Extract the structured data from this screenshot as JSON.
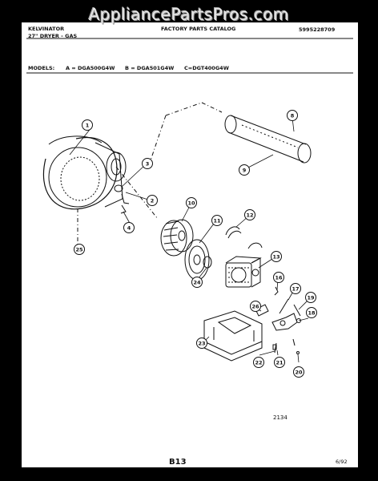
{
  "watermark": "AppliancePartsPros.com",
  "header": {
    "brand": "KELVINATOR",
    "subtitle": "27\" DRYER - GAS",
    "catalog_title": "FACTORY PARTS CATALOG",
    "catalog_number": "5995228709",
    "models_label": "MODELS:",
    "model_a": "A = DGA500G4W",
    "model_b": "B = DGA501G4W",
    "model_c": "C=DGT400G4W"
  },
  "callouts": [
    "1",
    "2",
    "3",
    "4",
    "8",
    "9",
    "10",
    "11",
    "12",
    "13",
    "16",
    "17",
    "18",
    "19",
    "20",
    "21",
    "22",
    "23",
    "24",
    "25",
    "26"
  ],
  "footer": {
    "figure_number": "2134",
    "page": "B13",
    "date": "6/92"
  }
}
